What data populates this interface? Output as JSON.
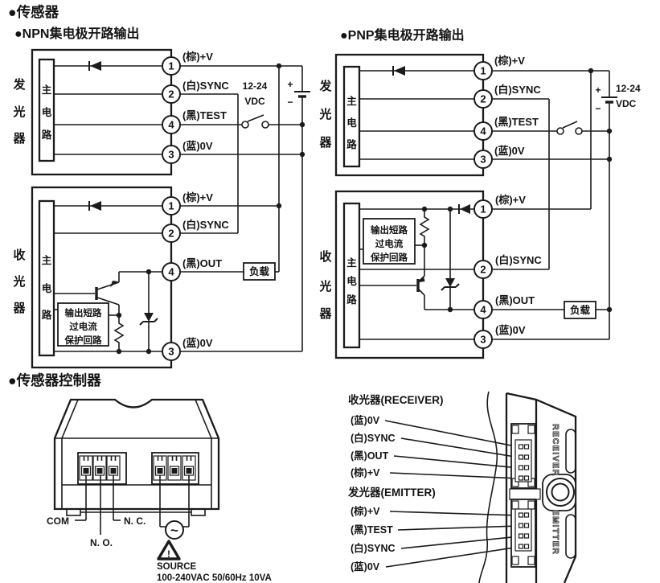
{
  "headings": {
    "sensor": "●传感器",
    "npn": "●NPN集电极开路输出",
    "pnp": "●PNP集电极开路输出",
    "controller": "●传感器控制器"
  },
  "common": {
    "main_circuit_chars": [
      "主",
      "电",
      "路"
    ],
    "emitter_chars": [
      "发",
      "光",
      "器"
    ],
    "receiver_chars": [
      "收",
      "光",
      "器"
    ],
    "protection_lines": [
      "输出短路",
      "过电流",
      "保护回路"
    ],
    "load": "负载",
    "supply": {
      "plus": "+",
      "minus": "−",
      "range": "12-24",
      "unit": "VDC"
    }
  },
  "npn": {
    "emitter_terminals": [
      {
        "num": "1",
        "label": "(棕)+V"
      },
      {
        "num": "2",
        "label": "(白)SYNC"
      },
      {
        "num": "4",
        "label": "(黑)TEST"
      },
      {
        "num": "3",
        "label": "(蓝)0V"
      }
    ],
    "receiver_terminals": [
      {
        "num": "1",
        "label": "(棕)+V"
      },
      {
        "num": "2",
        "label": "(白)SYNC"
      },
      {
        "num": "4",
        "label": "(黑)OUT"
      },
      {
        "num": "3",
        "label": "(蓝)0V"
      }
    ]
  },
  "pnp": {
    "emitter_terminals": [
      {
        "num": "1",
        "label": "(棕)+V"
      },
      {
        "num": "2",
        "label": "(白)SYNC"
      },
      {
        "num": "4",
        "label": "(黑)TEST"
      },
      {
        "num": "3",
        "label": "(蓝)0V"
      }
    ],
    "receiver_terminals": [
      {
        "num": "1",
        "label": "(棕)+V"
      },
      {
        "num": "2",
        "label": "(白)SYNC"
      },
      {
        "num": "4",
        "label": "(黑)OUT"
      },
      {
        "num": "3",
        "label": "(蓝)0V"
      }
    ]
  },
  "controller": {
    "front": {
      "com": "COM",
      "no": "N. O.",
      "nc": "N. C.",
      "ac_symbol": "~",
      "warning_mark": "!",
      "source_caption": "SOURCE",
      "source_rating": "100-240VAC 50/60Hz 10VA"
    },
    "side": {
      "receiver_title": "收光器(RECEIVER)",
      "receiver_pins": [
        "(蓝)0V",
        "(白)SYNC",
        "(黑)OUT",
        "(棕)+V"
      ],
      "emitter_title": "发光器(EMITTER)",
      "emitter_pins": [
        "(棕)+V",
        "(黑)TEST",
        "(白)SYNC",
        "(蓝)0V"
      ],
      "receiver_marking": "RECEIVER",
      "emitter_marking": "EMITTER"
    }
  }
}
